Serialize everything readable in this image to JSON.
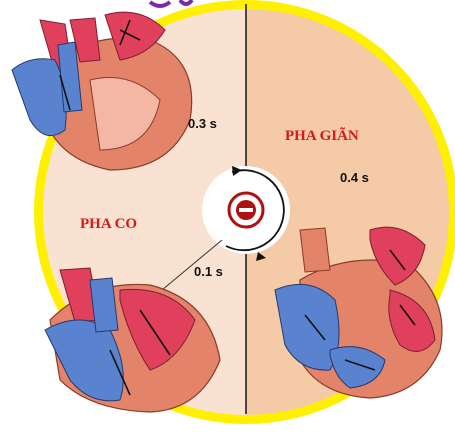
{
  "diagram": {
    "phases": {
      "contraction_label": "PHA CO",
      "relaxation_label": "PHA GIÃN"
    },
    "durations": {
      "left_upper": "0.3 s",
      "right": "0.4 s",
      "left_lower": "0.1 s"
    },
    "colors": {
      "ring": "#ffef00",
      "left_panel": "#f9e2d2",
      "right_panel": "#f4cba6",
      "label_red": "#d41a1a",
      "artery_red": "#e0405c",
      "vein_blue": "#5a83cf",
      "muscle": "#e3846a"
    },
    "icons": [
      "heart-illustration-top-left",
      "heart-illustration-bottom-left",
      "heart-illustration-right",
      "center-cycle-icon"
    ]
  }
}
